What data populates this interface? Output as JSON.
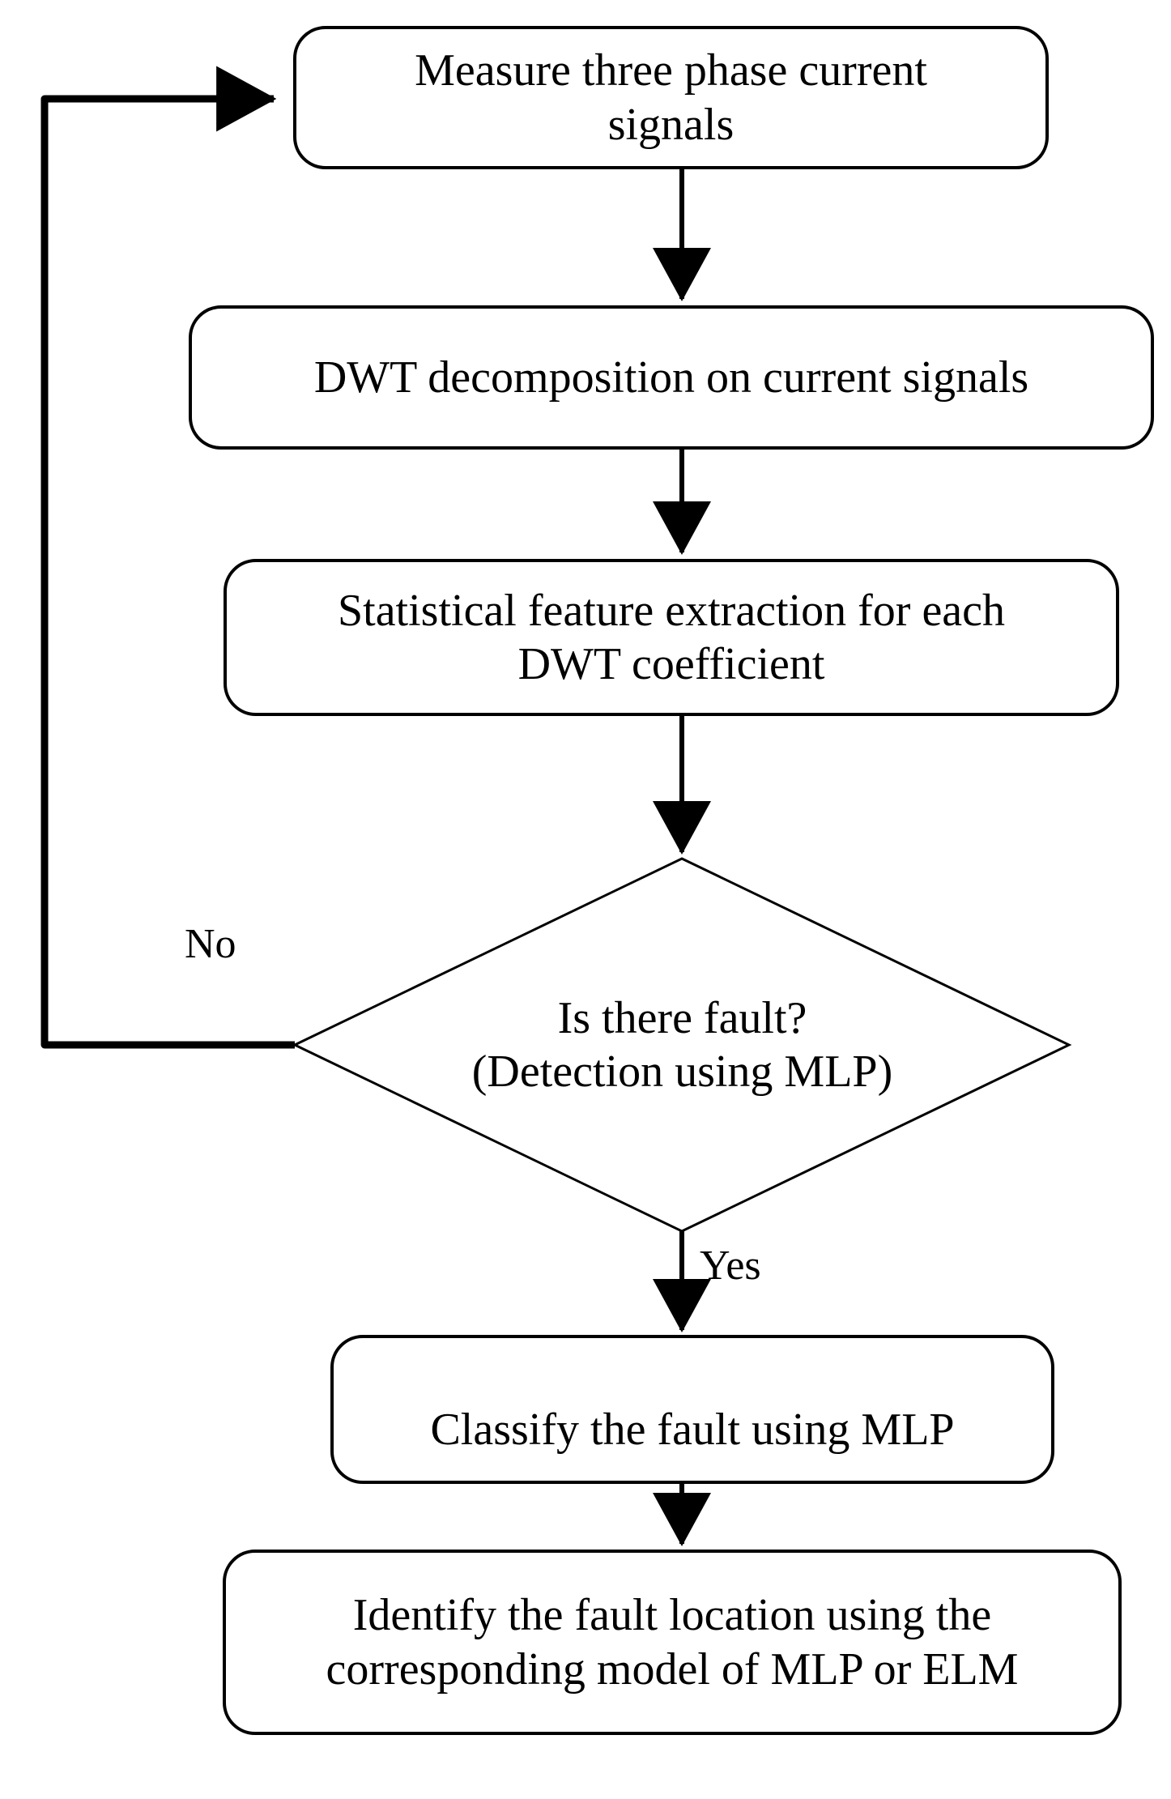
{
  "diagram": {
    "type": "flowchart",
    "title": "Fault detection, classification and location flowchart",
    "background_color": "#ffffff",
    "stroke_color": "#000000",
    "text_color": "#000000",
    "nodes": [
      {
        "id": "measure",
        "shape": "rounded-rectangle",
        "label": "Measure  three phase current\nsignals"
      },
      {
        "id": "dwt",
        "shape": "rounded-rectangle",
        "label": "DWT decomposition on current signals"
      },
      {
        "id": "features",
        "shape": "rounded-rectangle",
        "label": "Statistical feature extraction for each\nDWT coefficient"
      },
      {
        "id": "decision",
        "shape": "diamond",
        "label": "Is there fault?\n(Detection using MLP)"
      },
      {
        "id": "classify",
        "shape": "rounded-rectangle",
        "label": "Classify the fault using MLP"
      },
      {
        "id": "locate",
        "shape": "rounded-rectangle",
        "label": "Identify the fault location using the\ncorresponding model of MLP or ELM"
      }
    ],
    "edges": [
      {
        "from": "measure",
        "to": "dwt",
        "label": ""
      },
      {
        "from": "dwt",
        "to": "features",
        "label": ""
      },
      {
        "from": "features",
        "to": "decision",
        "label": ""
      },
      {
        "from": "decision",
        "to": "measure",
        "label": "No"
      },
      {
        "from": "decision",
        "to": "classify",
        "label": "Yes"
      },
      {
        "from": "classify",
        "to": "locate",
        "label": ""
      }
    ],
    "edge_labels": {
      "no": "No",
      "yes": "Yes"
    }
  }
}
